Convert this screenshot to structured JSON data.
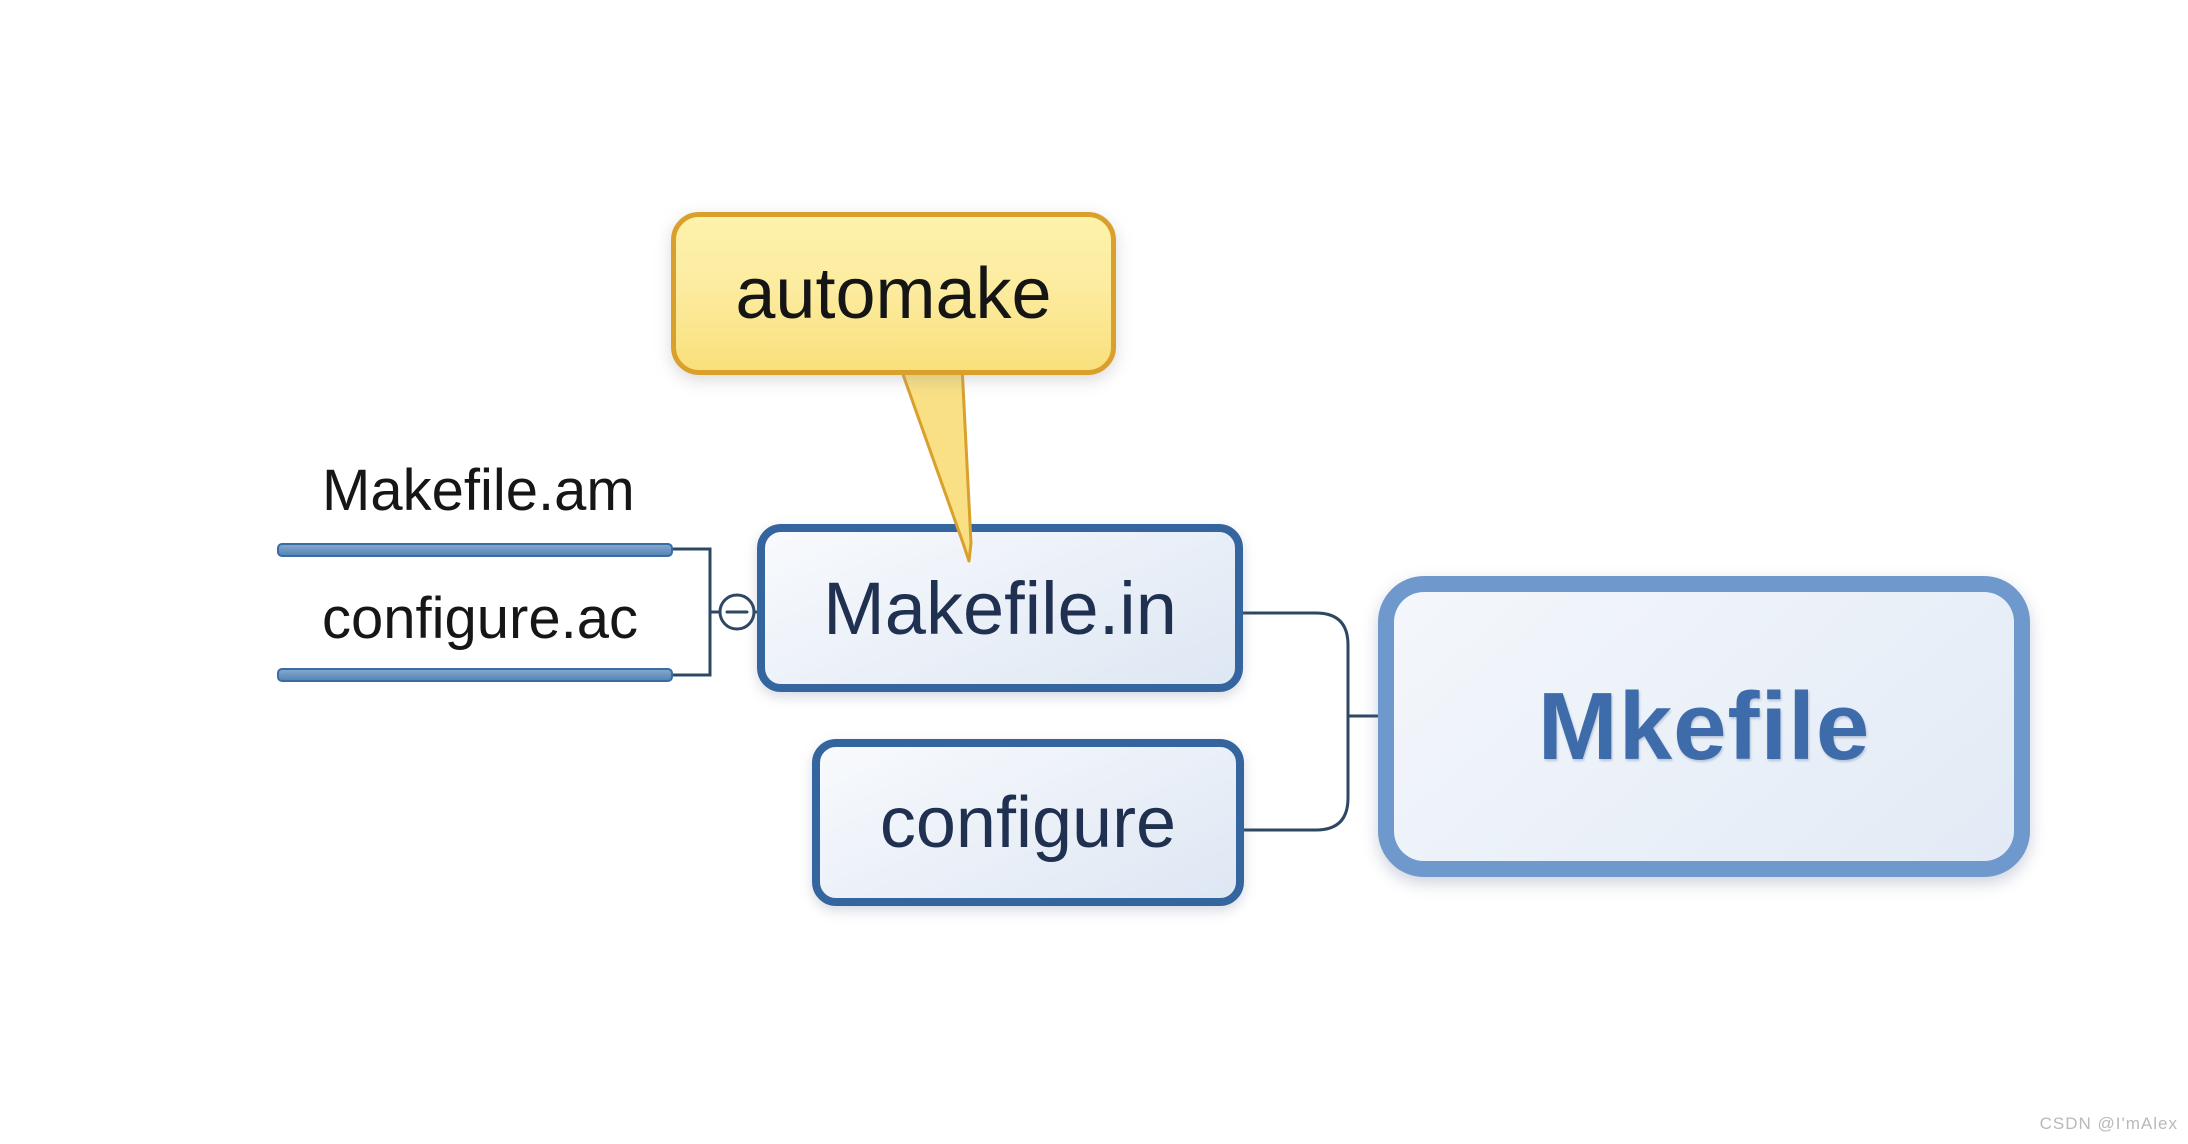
{
  "colors": {
    "callout-fill-top": "#fdf2ab",
    "callout-fill-bottom": "#fae07c",
    "callout-border": "#d9a02c",
    "callout-text": "#151515",
    "node-border": "#35659e",
    "node-text": "#1f3050",
    "big-node-border": "#6f99cd",
    "big-node-text": "#3e6cab",
    "bar-border": "#3a6ca3",
    "line": "#2e4763",
    "label-text": "#161616",
    "watermark-text": "#b9b9b9"
  },
  "callout": {
    "label": "automake"
  },
  "source_files": [
    {
      "label": "Makefile.am"
    },
    {
      "label": "configure.ac"
    }
  ],
  "nodes": {
    "makefile_in": {
      "label": "Makefile.in"
    },
    "configure": {
      "label": "configure"
    },
    "mkefile": {
      "label": "Mkefile"
    }
  },
  "watermark": {
    "label": "CSDN @I'mAlex"
  }
}
